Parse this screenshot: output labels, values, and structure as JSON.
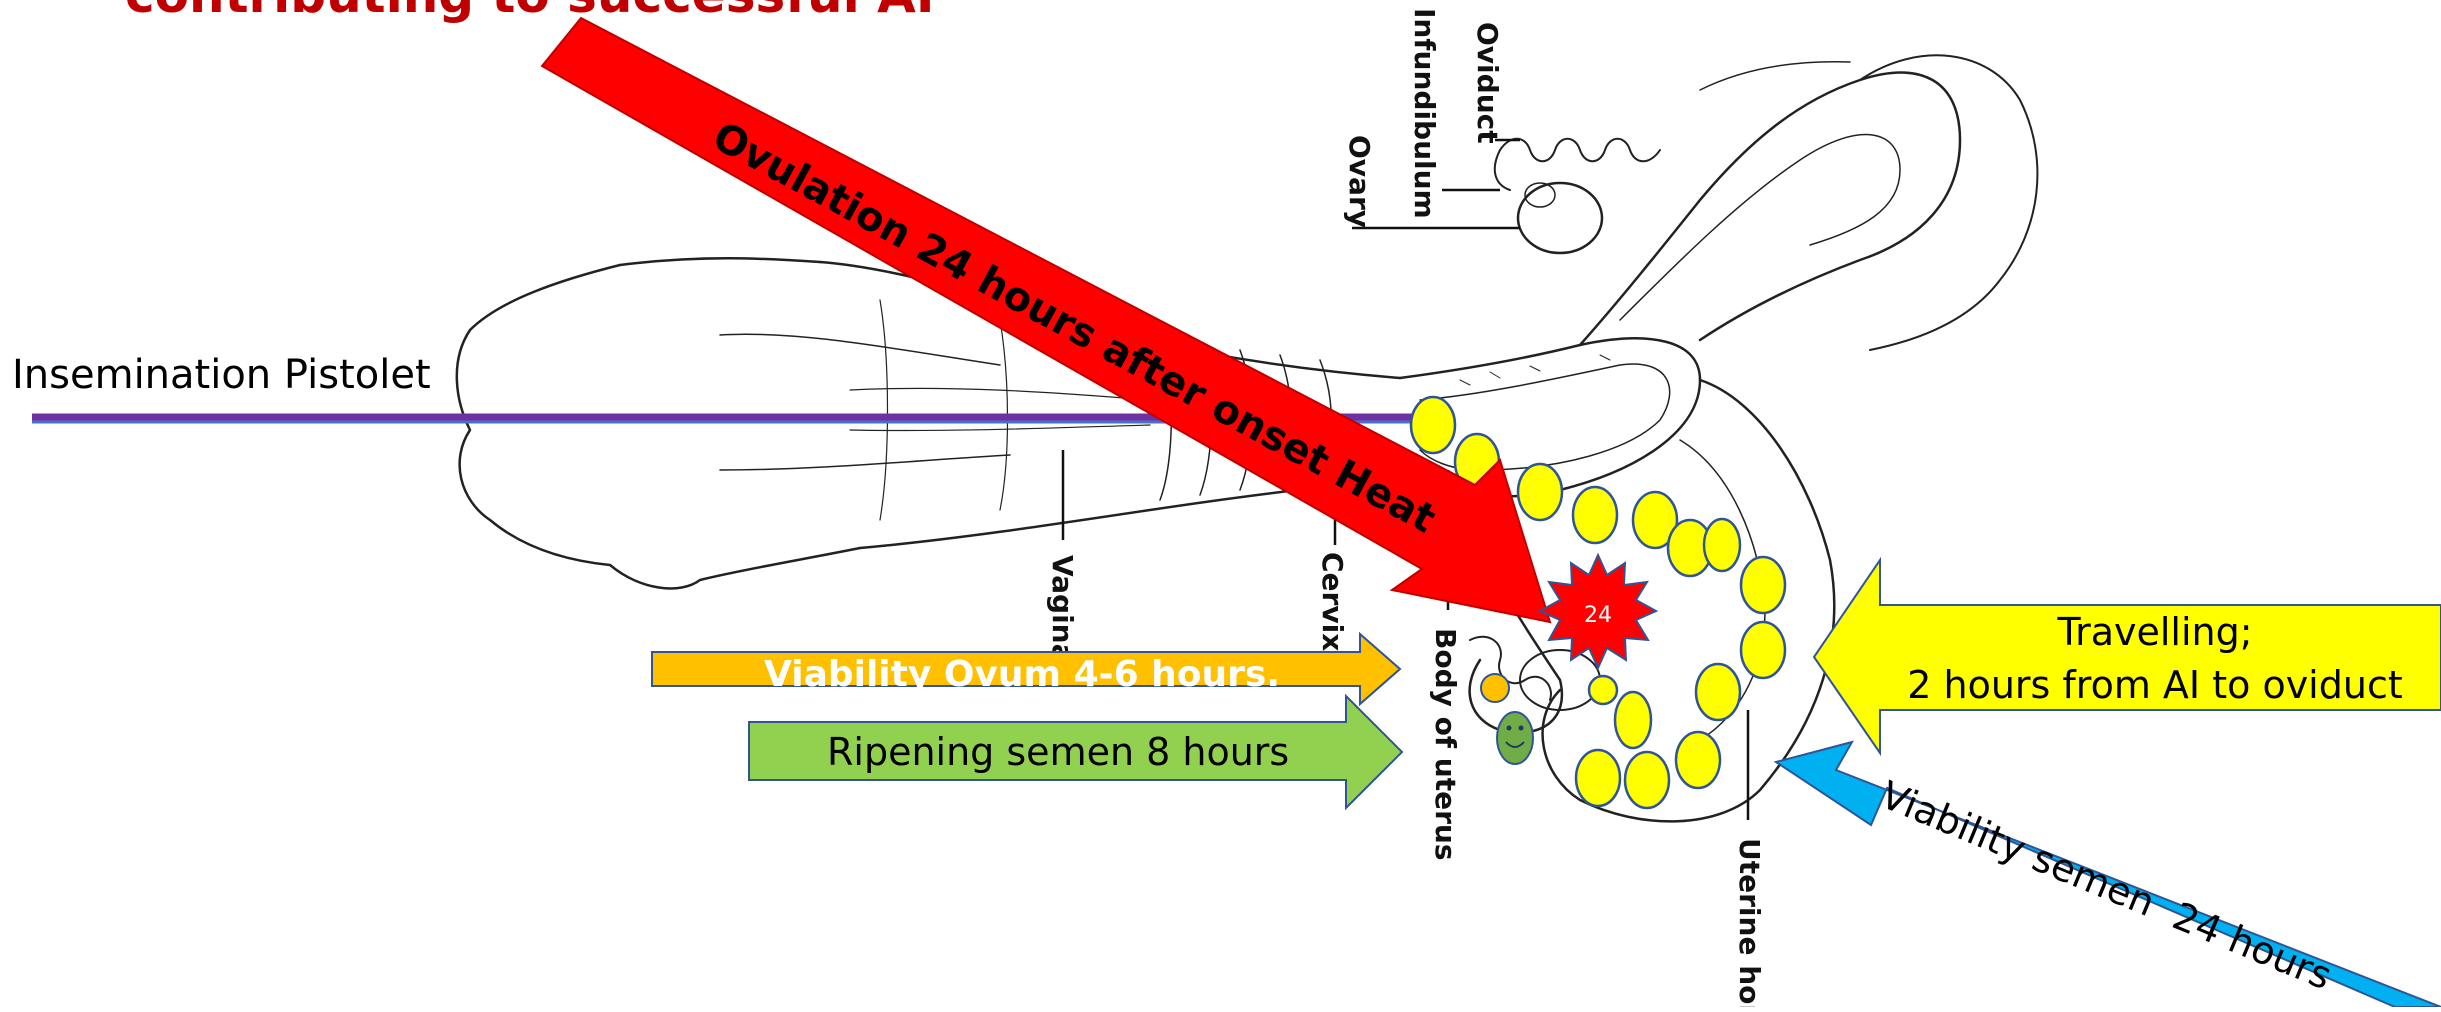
{
  "title_partial": "contributing to successful AI",
  "anatomy_labels": {
    "oviduct": "Oviduct",
    "infundibulum": "Infundibulum",
    "ovary": "Ovary",
    "vagina": "Vagina",
    "cervix": "Cervix",
    "body_of_uterus": "Body of uterus",
    "uterine_horn": "Uterine horn"
  },
  "pistolet_label": "Insemination Pistolet",
  "ovulation_label": "Ovulation 24 hours after onset Heat",
  "burst_label": "24",
  "viability_ovum_label": "Viability Ovum 4-6 hours.",
  "ripening_label": "Ripening semen 8 hours",
  "travelling_line1": "Travelling;",
  "travelling_line2": "2 hours from AI to oviduct",
  "viability_semen_label": "Viability semen  24 hours",
  "colors": {
    "title": "#c00000",
    "red_arrow": "#ff0000",
    "orange_arrow": "#ffc000",
    "green_arrow": "#92d050",
    "yellow_arrow": "#ffff00",
    "blue_arrow": "#00b0f0",
    "pistolet_line": "#7030a0",
    "sperm_fill": "#ffff00",
    "sperm_stroke": "#2f5597"
  }
}
